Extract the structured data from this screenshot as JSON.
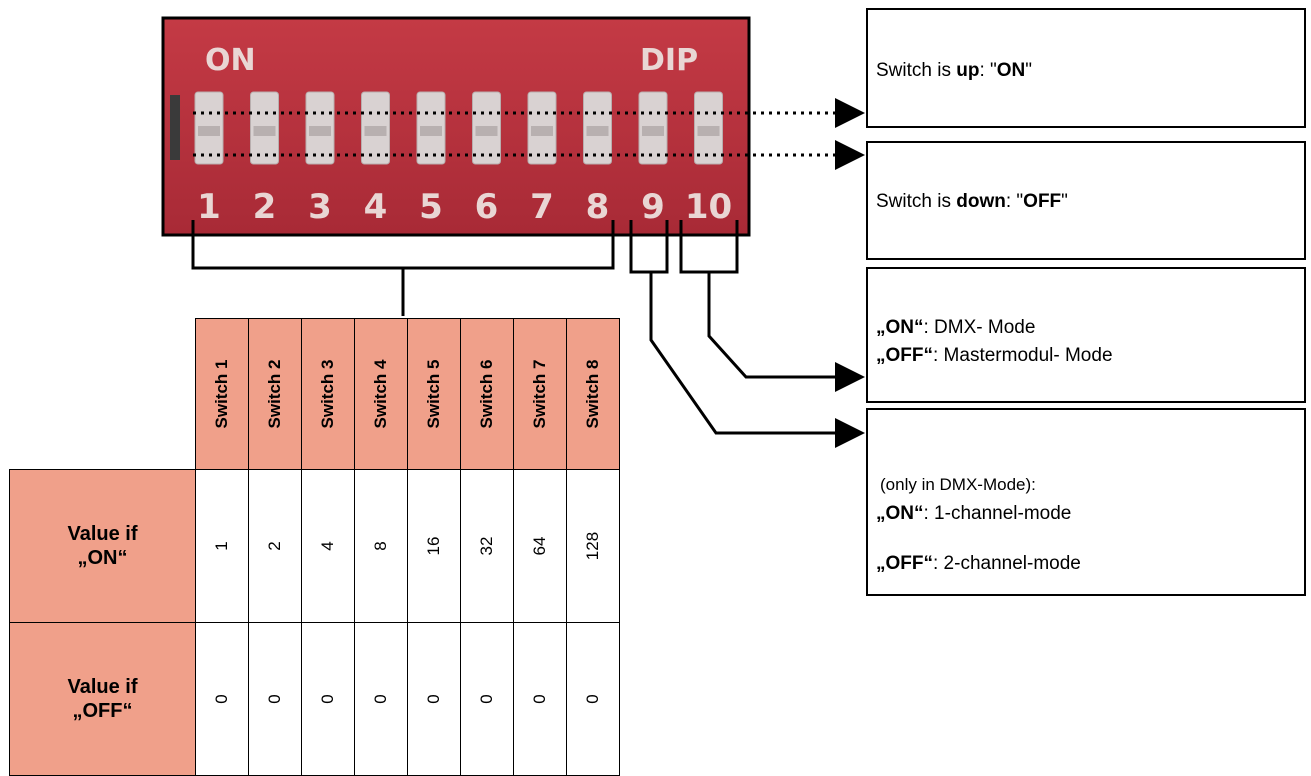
{
  "dip": {
    "label_on": "ON",
    "label_dip": "DIP",
    "switch_numbers": [
      "1",
      "2",
      "3",
      "4",
      "5",
      "6",
      "7",
      "8",
      "9",
      "10"
    ]
  },
  "boxes": {
    "up": {
      "prefix": "Switch is ",
      "bold": "up",
      "mid": ": \"",
      "state": "ON",
      "suffix": "\""
    },
    "down": {
      "prefix": "Switch is ",
      "bold": "down",
      "mid": ": \"",
      "state": "OFF",
      "suffix": "\""
    },
    "mode": {
      "on_key": "„ON“",
      "on_text": ": DMX- Mode",
      "off_key": "„OFF“",
      "off_text": ": Mastermodul- Mode"
    },
    "channel": {
      "note": "(only in DMX-Mode):",
      "on_key": "„ON“",
      "on_text": ": 1-channel-mode",
      "off_key": "„OFF“",
      "off_text": ": 2-channel-mode"
    }
  },
  "table": {
    "columns": [
      "Switch 1",
      "Switch 2",
      "Switch 3",
      "Switch 4",
      "Switch 5",
      "Switch 6",
      "Switch 7",
      "Switch 8"
    ],
    "rows": [
      {
        "label_line1": "Value if",
        "label_line2": "„ON“",
        "values": [
          "1",
          "2",
          "4",
          "8",
          "16",
          "32",
          "64",
          "128"
        ]
      },
      {
        "label_line1": "Value if",
        "label_line2": "„OFF“",
        "values": [
          "0",
          "0",
          "0",
          "0",
          "0",
          "0",
          "0",
          "0"
        ]
      }
    ]
  },
  "colors": {
    "board": "#c0323d",
    "switch_body": "#d9d2d2",
    "header_fill": "#f0a08a",
    "line": "#000000"
  }
}
